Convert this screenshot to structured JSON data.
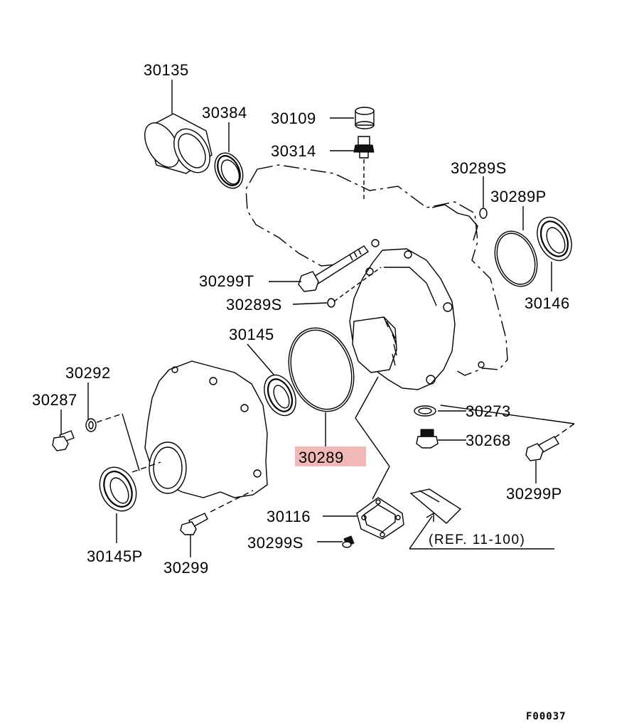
{
  "diagram": {
    "callouts": [
      {
        "id": "p30135",
        "label": "30135"
      },
      {
        "id": "p30384",
        "label": "30384"
      },
      {
        "id": "p30109",
        "label": "30109"
      },
      {
        "id": "p30314",
        "label": "30314"
      },
      {
        "id": "p30289S_top",
        "label": "30289S"
      },
      {
        "id": "p30289P",
        "label": "30289P"
      },
      {
        "id": "p30299T",
        "label": "30299T"
      },
      {
        "id": "p30289S_mid",
        "label": "30289S"
      },
      {
        "id": "p30146",
        "label": "30146"
      },
      {
        "id": "p30145",
        "label": "30145"
      },
      {
        "id": "p30292",
        "label": "30292"
      },
      {
        "id": "p30287",
        "label": "30287"
      },
      {
        "id": "p30289",
        "label": "30289",
        "highlighted": true
      },
      {
        "id": "p30273",
        "label": "30273"
      },
      {
        "id": "p30268",
        "label": "30268"
      },
      {
        "id": "p30299P",
        "label": "30299P"
      },
      {
        "id": "p30116",
        "label": "30116"
      },
      {
        "id": "p30299S_bot",
        "label": "30299S"
      },
      {
        "id": "p30145P",
        "label": "30145P"
      },
      {
        "id": "p30299",
        "label": "30299"
      }
    ],
    "reference_note": "(REF. 11-100)",
    "figure_code": "F00037",
    "highlight_color": "#f2b8b8"
  }
}
